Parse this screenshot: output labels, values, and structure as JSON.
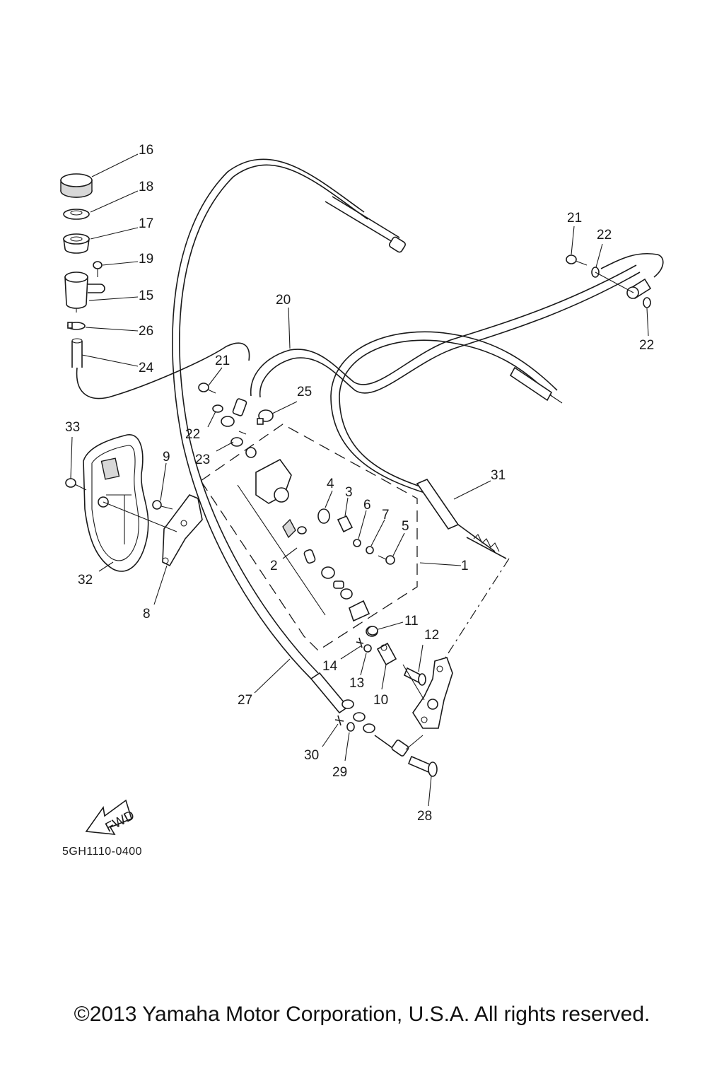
{
  "diagram": {
    "code": "5GH1110-0400",
    "copyright": "©2013 Yamaha Motor Corporation, U.S.A. All rights reserved.",
    "fwd_label": "FWD",
    "callouts": [
      "1",
      "2",
      "3",
      "4",
      "5",
      "6",
      "7",
      "8",
      "9",
      "10",
      "11",
      "12",
      "13",
      "14",
      "15",
      "16",
      "17",
      "18",
      "19",
      "20",
      "21",
      "21",
      "22",
      "22",
      "22",
      "23",
      "24",
      "25",
      "26",
      "27",
      "28",
      "29",
      "30",
      "31",
      "32",
      "33"
    ]
  }
}
